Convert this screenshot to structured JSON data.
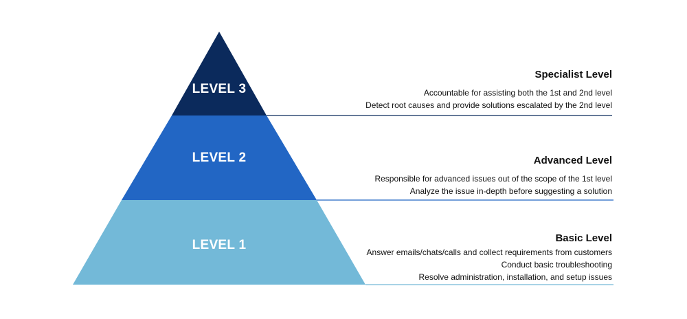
{
  "pyramid": {
    "levels": [
      {
        "label": "LEVEL 3",
        "title": "Specialist Level",
        "lines": [
          "Accountable for assisting both the 1st and 2nd level",
          "Detect root causes and provide solutions escalated by the 2nd level"
        ],
        "color": "#0b2a5c",
        "line_color": "#0b2a5c"
      },
      {
        "label": "LEVEL 2",
        "title": "Advanced Level",
        "lines": [
          "Responsible for advanced issues out of the scope of the 1st level",
          "Analyze the issue in-depth before suggesting a solution"
        ],
        "color": "#2266c4",
        "line_color": "#2266c4"
      },
      {
        "label": "LEVEL 1",
        "title": "Basic Level",
        "lines": [
          "Answer emails/chats/calls and collect requirements from customers",
          "Conduct basic troubleshooting",
          "Resolve administration, installation, and setup issues"
        ],
        "color": "#73b9d8",
        "line_color": "#73b9d8"
      }
    ]
  }
}
